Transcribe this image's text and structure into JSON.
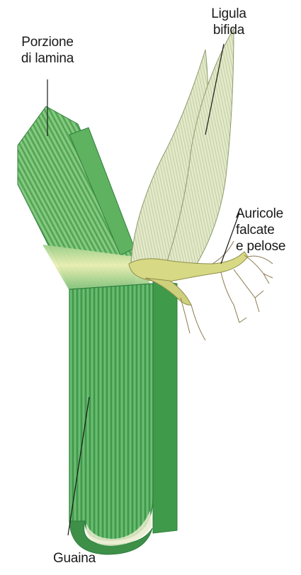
{
  "labels": {
    "lamina": "Porzione\ndi lamina",
    "ligula": "Ligula\nbifida",
    "auricole": "Auricole\nfalcate\ne pelose",
    "guaina": "Guaina"
  },
  "colors": {
    "sheath_green": "#4fae59",
    "sheath_dark": "#2f7f3c",
    "blade_green": "#68ba66",
    "pale_yellow": "#e9ecb0",
    "ligule_pale": "#dfe6c3",
    "auricle_yellow": "#d9d98a",
    "leader": "#1a1a1a"
  }
}
